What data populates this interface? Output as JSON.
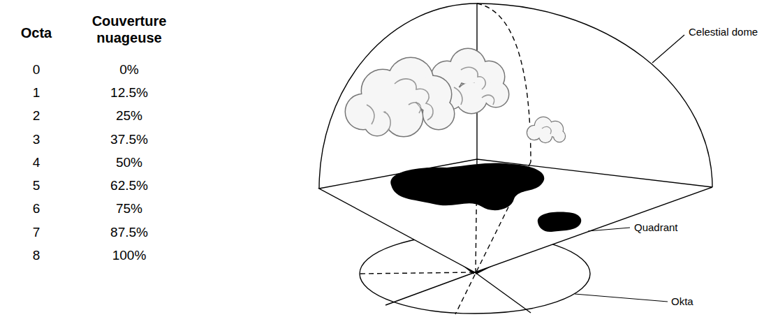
{
  "diagram": {
    "labels": [
      "Octa",
      "Couverture nuageuse",
      "0",
      "0%",
      "1",
      "12.5%",
      "2",
      "25%",
      "3",
      "37.5%",
      "4",
      "50%",
      "5",
      "62.5%",
      "6",
      "75%",
      "7",
      "87.5%",
      "8",
      "100%",
      "Celestial dome",
      "Quadrant",
      "Okta"
    ]
  }
}
